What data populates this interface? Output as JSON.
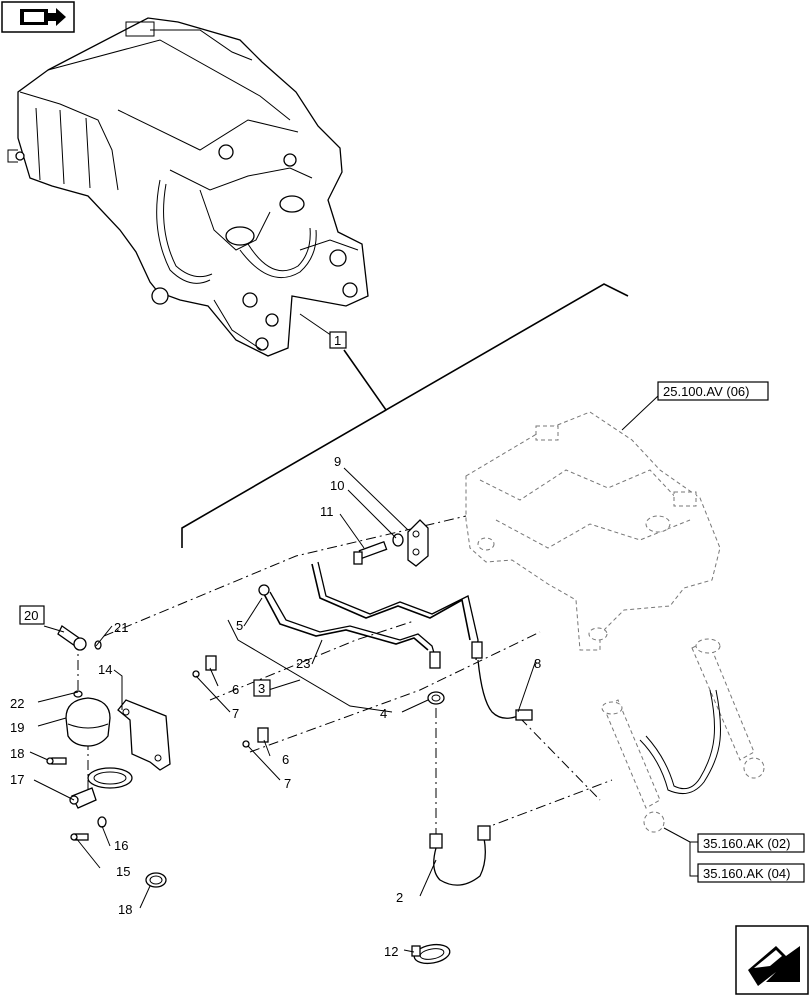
{
  "callouts": {
    "c1": "1",
    "c2": "2",
    "c3": "3",
    "c4": "4",
    "c5": "5",
    "c6a": "6",
    "c6b": "6",
    "c7a": "7",
    "c7b": "7",
    "c8": "8",
    "c9": "9",
    "c10": "10",
    "c11": "11",
    "c12": "12",
    "c14": "14",
    "c15": "15",
    "c16": "16",
    "c17": "17",
    "c18a": "18",
    "c18b": "18",
    "c19": "19",
    "c20": "20",
    "c21": "21",
    "c22": "22",
    "c23": "23"
  },
  "references": {
    "ref_frame": "25.100.AV (06)",
    "ref_cyl_a": "35.160.AK (02)",
    "ref_cyl_b": "35.160.AK (04)"
  },
  "icons": {
    "top_left": "book-arrow-icon",
    "bottom_right": "next-page-arrow-icon"
  }
}
